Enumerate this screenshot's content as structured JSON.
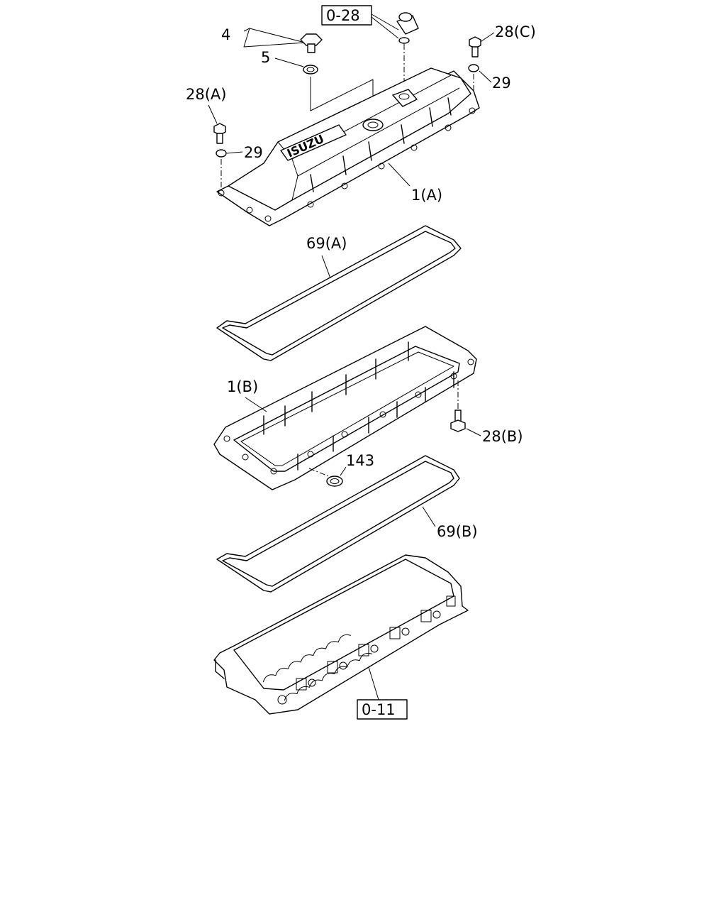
{
  "references": {
    "ref_top": "0-28",
    "ref_bottom": "0-11"
  },
  "labels": {
    "l4": "4",
    "l5": "5",
    "l28c": "28(C)",
    "l29_right": "29",
    "l28a": "28(A)",
    "l29_left": "29",
    "l1a": "1(A)",
    "l69a": "69(A)",
    "l1b": "1(B)",
    "l28b": "28(B)",
    "l143": "143",
    "l69b": "69(B)"
  },
  "cover_logo": "ISUZU"
}
